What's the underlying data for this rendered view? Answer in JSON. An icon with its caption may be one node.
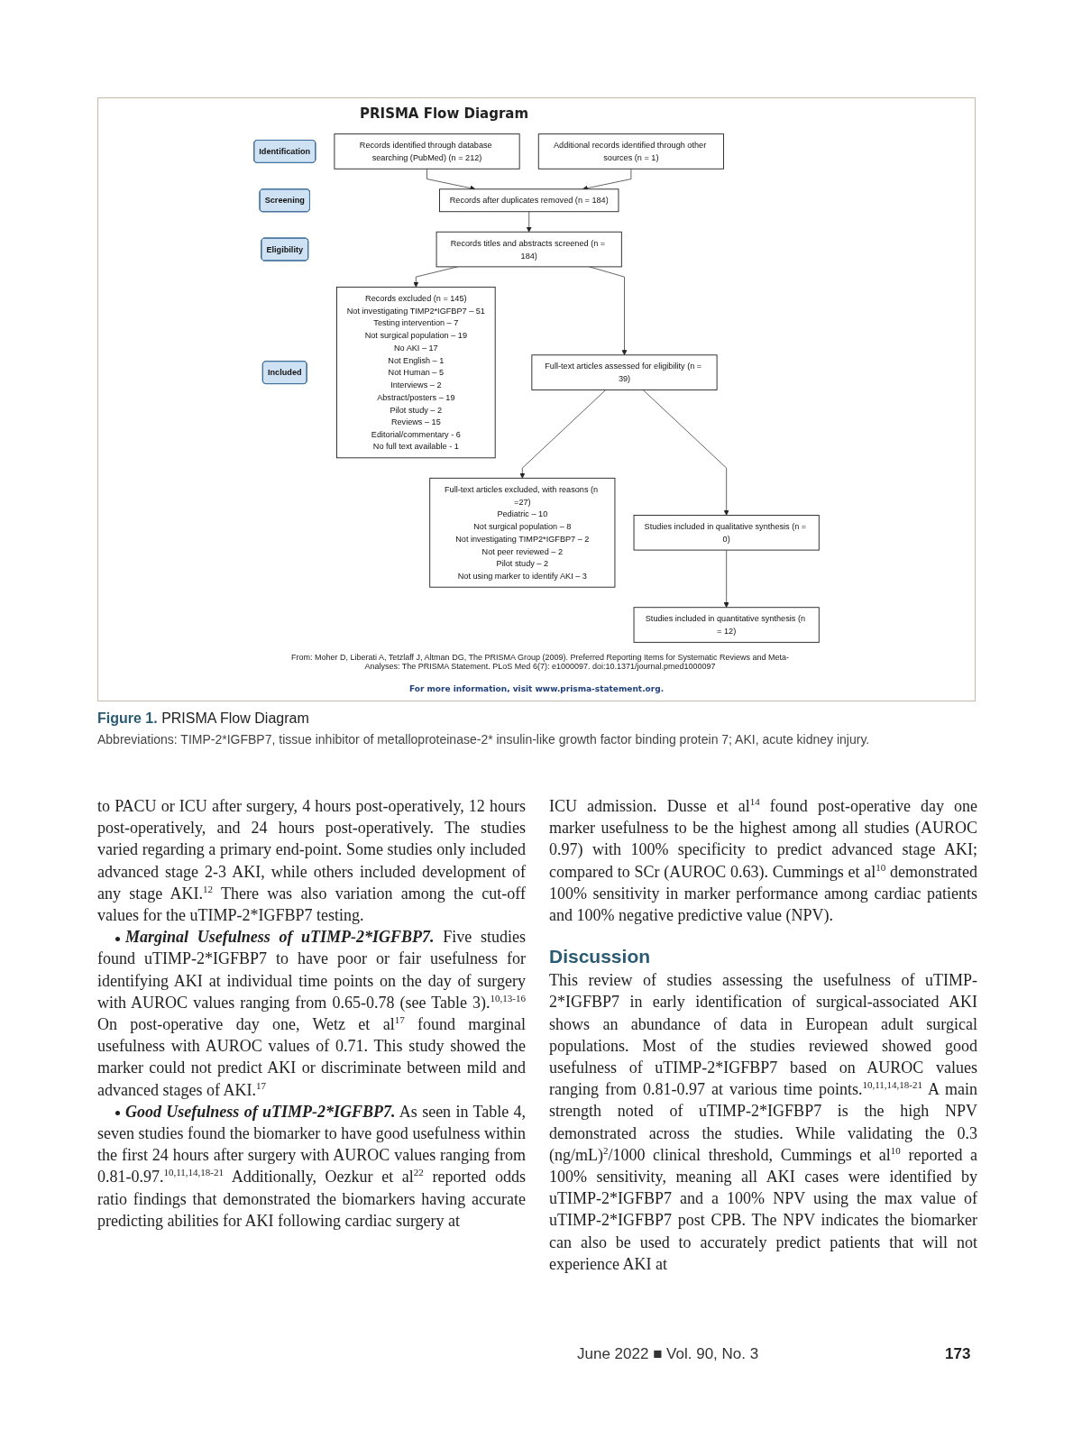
{
  "diagram": {
    "title": "PRISMA Flow Diagram",
    "caption": "**Figure 1.** PRISMA Flow Diagram",
    "nodes": [
      {
        "text": [
          "Identification"
        ]
      },
      {
        "text": [
          "Screening"
        ]
      },
      {
        "text": [
          "Eligibility"
        ]
      },
      {
        "text": [
          "Included"
        ]
      },
      {
        "text": [
          "Records identified through database searching (PubMed) (n = 212)"
        ]
      },
      {
        "text": [
          "Additional records identified through other sources (n = 1)"
        ]
      },
      {
        "text": [
          "Records after duplicates removed (n = 184)"
        ]
      },
      {
        "text": [
          "Records titles and abstracts screened (n = 184)"
        ]
      },
      {
        "text": [
          "Records excluded (n = 145)",
          "Not investigating TIMP2*IGFBP7 – 51",
          "Testing intervention – 7",
          "Not surgical population – 19",
          "No AKI – 17",
          "Not English – 1",
          "Not Human – 5",
          "Interviews – 2",
          "Abstract/posters – 19",
          "Pilot study – 2",
          "Reviews – 15",
          "Editorial/commentary - 6",
          "No full text available - 1"
        ]
      },
      {
        "text": [
          "Full-text articles assessed for eligibility (n = 39)"
        ]
      },
      {
        "text": [
          "Full-text articles excluded, with reasons (n =27)",
          "Pediatric – 10",
          "Not surgical population – 8",
          "Not investigating TIMP2*IGFBP7 – 2",
          "Not peer reviewed – 2",
          "Pilot study – 2",
          "Not using marker to identify AKI – 3"
        ]
      },
      {
        "text": [
          "Studies included in qualitative synthesis (n = 0)"
        ]
      },
      {
        "text": [
          "Studies included in quantitative synthesis (n = 12)"
        ]
      }
    ],
    "edges": [
      {
        "from": 4,
        "to": 6,
        "arrow": "to"
      },
      {
        "from": 5,
        "to": 6,
        "arrow": "to"
      },
      {
        "from": 6,
        "to": 7,
        "arrow": "to"
      },
      {
        "from": 7,
        "to": 8,
        "arrow": "to"
      },
      {
        "from": 7,
        "to": 9,
        "arrow": "to"
      },
      {
        "from": 9,
        "to": 10,
        "arrow": "to"
      },
      {
        "from": 9,
        "to": 11,
        "arrow": "to"
      },
      {
        "from": 11,
        "to": 12,
        "arrow": "to"
      }
    ],
    "labels": [
      "From: Moher D, Liberati A, Tetzlaff J, Altman DG, The PRISMA Group (2009). Preferred Reporting Items for Systematic Reviews and Meta-Analyses: The PRISMA Statement. PLoS Med 6(7): e1000097. doi:10.1371/journal.pmed1000097",
      "For more information, visit www.prisma-statement.org.",
      "Abbreviations: TIMP-2*IGFBP7, tissue inhibitor of metalloproteinase-2* insulin-like growth factor binding protein 7; AKI, acute kidney injury.",
      "to PACU or ICU after surgery, 4 hours post-operatively, 12 hours post-operatively, and 24 hours post-operatively. The studies varied regarding a primary end-point. Some studies only included advanced stage 2-3 AKI, while others included development of any stage AKI.$^{12}$ There was also variation among the cut-off values for the uTIMP-2*IGFBP7 testing.",
      "Marginal Usefulness of uTIMP-2*IGFBP7.",
      "Five studies found uTIMP-2*IGFBP7 to have poor or fair usefulness for identifying AKI at individual time points on the day of surgery with AUROC values ranging from 0.65-0.78 (see Table 3).$^{10,13-16}$ On post-operative day one, Wetz et al$^{17}$ found marginal usefulness with AUROC values of 0.71. This study showed the marker could not predict AKI or discriminate between mild and advanced stages of AKI.$^{17}$",
      "Good Usefulness of uTIMP-2*IGFBP7.",
      "As seen in Table 4, seven studies found the biomarker to have good usefulness within the first 24 hours after surgery with AUROC values ranging from 0.81-0.97.$^{10,11,14,18-21}$ Additionally, Oezkur et al$^{22}$ reported odds ratio findings that demonstrated the biomarkers having accurate predicting abilities for AKI following cardiac surgery at",
      "ICU admission. Dusse et al$^{14}$ found post-operative day one marker usefulness to be the highest among all studies (AUROC 0.97) with 100% specificity to predict advanced stage AKI; compared to SCr (AUROC 0.63). Cummings et al$^{10}$ demonstrated 100% sensitivity in marker performance among cardiac patients and 100% negative predictive value (NPV).",
      "Discussion",
      "This review of studies assessing the usefulness of uTIMP-2*IGFBP7 in early identification of surgical-associated AKI shows an abundance of data in European adult surgical populations. Most of the studies reviewed showed good usefulness of uTIMP-2*IGFBP7 based on AUROC values ranging from 0.81-0.97 at various time points.$^{10,11,14,18-21}$ A main strength noted of uTIMP-2*IGFBP7 is the high NPV demonstrated across the studies. While validating the 0.3 (ng/mL)$^{2}$/1000 clinical threshold, Cummings et al$^{10}$ reported a 100% sensitivity, meaning all AKI cases were identified by uTIMP-2*IGFBP7 and a 100% NPV using the max value of uTIMP-2*IGFBP7 post CPB. The NPV indicates the biomarker can also be used to accurately predict patients that will not experience AKI at",
      "June 2022 ■ Vol. 90, No. 3",
      "173"
    ]
  }
}
